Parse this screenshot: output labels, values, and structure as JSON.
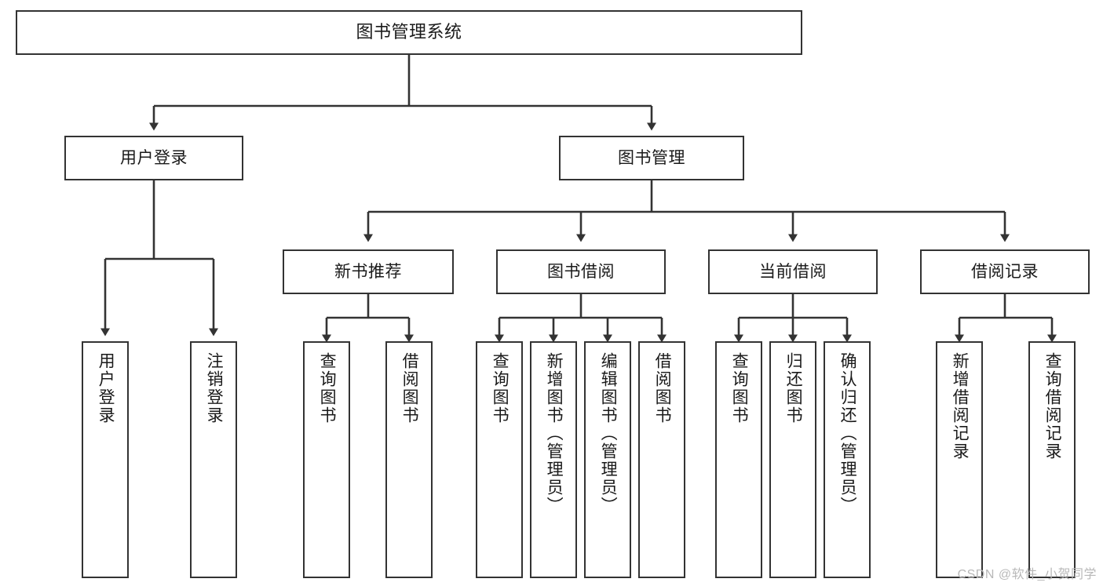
{
  "diagram": {
    "title": "图书管理系统",
    "type": "tree",
    "watermark": "CSDN @软件_小贺同学",
    "colors": {
      "box_border": "#333333",
      "box_fill": "#ffffff",
      "edge": "#333333",
      "text": "#1a1a1a",
      "watermark": "#b8b8b8"
    },
    "nodes": {
      "root": {
        "label": "图书管理系统",
        "orientation": "horizontal"
      },
      "user_login": {
        "label": "用户登录",
        "orientation": "horizontal"
      },
      "book_manage": {
        "label": "图书管理",
        "orientation": "horizontal"
      },
      "new_book_rec": {
        "label": "新书推荐",
        "orientation": "horizontal"
      },
      "book_borrow": {
        "label": "图书借阅",
        "orientation": "horizontal"
      },
      "current_borrow": {
        "label": "当前借阅",
        "orientation": "horizontal"
      },
      "borrow_record": {
        "label": "借阅记录",
        "orientation": "horizontal"
      },
      "leaf_user_login": {
        "label": "用户登录",
        "orientation": "vertical"
      },
      "leaf_logout": {
        "label": "注销登录",
        "orientation": "vertical"
      },
      "leaf_query_book_1": {
        "label": "查询图书",
        "orientation": "vertical"
      },
      "leaf_borrow_book_1": {
        "label": "借阅图书",
        "orientation": "vertical"
      },
      "leaf_query_book_2": {
        "label": "查询图书",
        "orientation": "vertical"
      },
      "leaf_add_book": {
        "label": "新增图书（管理员）",
        "orientation": "vertical"
      },
      "leaf_edit_book": {
        "label": "编辑图书（管理员）",
        "orientation": "vertical"
      },
      "leaf_borrow_book_2": {
        "label": "借阅图书",
        "orientation": "vertical"
      },
      "leaf_query_book_3": {
        "label": "查询图书",
        "orientation": "vertical"
      },
      "leaf_return_book": {
        "label": "归还图书",
        "orientation": "vertical"
      },
      "leaf_confirm_return": {
        "label": "确认归还（管理员）",
        "orientation": "vertical"
      },
      "leaf_add_record": {
        "label": "新增借阅记录",
        "orientation": "vertical"
      },
      "leaf_query_record": {
        "label": "查询借阅记录",
        "orientation": "vertical"
      }
    },
    "edges": [
      {
        "from": "root",
        "to": "user_login"
      },
      {
        "from": "root",
        "to": "book_manage"
      },
      {
        "from": "user_login",
        "to": "leaf_user_login"
      },
      {
        "from": "user_login",
        "to": "leaf_logout"
      },
      {
        "from": "book_manage",
        "to": "new_book_rec"
      },
      {
        "from": "book_manage",
        "to": "book_borrow"
      },
      {
        "from": "book_manage",
        "to": "current_borrow"
      },
      {
        "from": "book_manage",
        "to": "borrow_record"
      },
      {
        "from": "new_book_rec",
        "to": "leaf_query_book_1"
      },
      {
        "from": "new_book_rec",
        "to": "leaf_borrow_book_1"
      },
      {
        "from": "book_borrow",
        "to": "leaf_query_book_2"
      },
      {
        "from": "book_borrow",
        "to": "leaf_add_book"
      },
      {
        "from": "book_borrow",
        "to": "leaf_edit_book"
      },
      {
        "from": "book_borrow",
        "to": "leaf_borrow_book_2"
      },
      {
        "from": "current_borrow",
        "to": "leaf_query_book_3"
      },
      {
        "from": "current_borrow",
        "to": "leaf_return_book"
      },
      {
        "from": "current_borrow",
        "to": "leaf_confirm_return"
      },
      {
        "from": "borrow_record",
        "to": "leaf_add_record"
      },
      {
        "from": "borrow_record",
        "to": "leaf_query_record"
      }
    ]
  }
}
